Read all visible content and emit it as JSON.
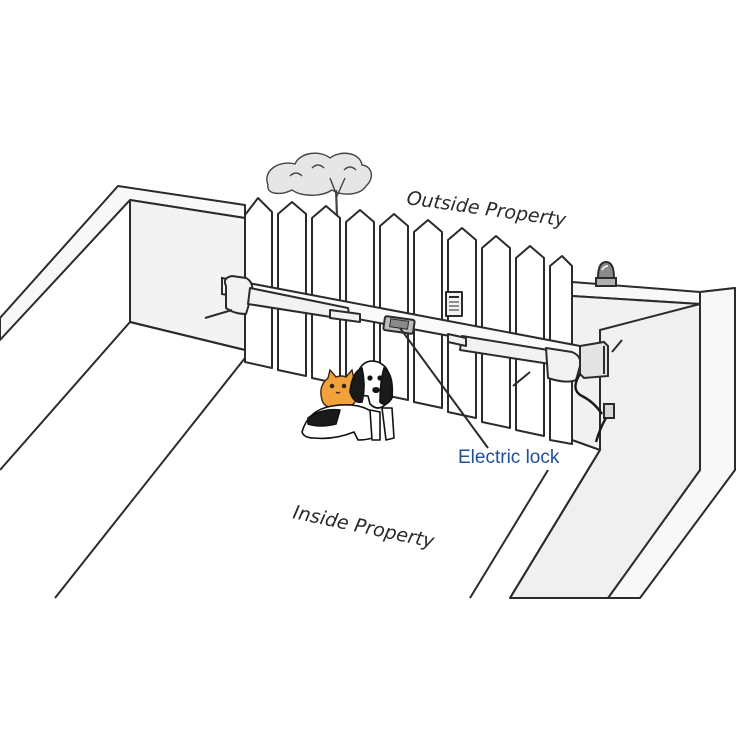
{
  "labels": {
    "outside": "Outside Property",
    "inside": "Inside Property",
    "lock": "Electric lock"
  },
  "colors": {
    "outline": "#2b2b2b",
    "wall_top": "#f7f7f7",
    "wall_side": "#eeeeee",
    "ground": "#ffffff",
    "lock_label": "#1f4e9a",
    "opener_body": "#f2f2f2",
    "cat": "#f2a23a",
    "dog_dark": "#1a1a1a"
  }
}
